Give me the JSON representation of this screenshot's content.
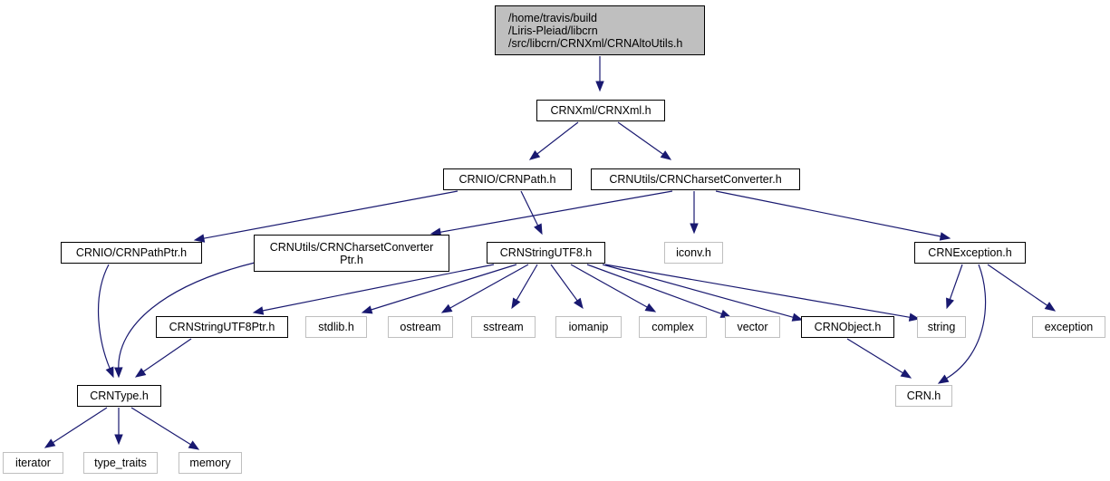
{
  "graph": {
    "root": "/home/travis/build\n/Liris-Pleiad/libcrn\n/src/libcrn/CRNXml/CRNAltoUtils.h",
    "nodes": {
      "crnxml": "CRNXml/CRNXml.h",
      "crnpath": "CRNIO/CRNPath.h",
      "charset": "CRNUtils/CRNCharsetConverter.h",
      "pathptr": "CRNIO/CRNPathPtr.h",
      "charsetptr": "CRNUtils/CRNCharsetConverter\nPtr.h",
      "stringutf8": "CRNStringUTF8.h",
      "iconv": "iconv.h",
      "exception_h": "CRNException.h",
      "stringutf8ptr": "CRNStringUTF8Ptr.h",
      "stdlib": "stdlib.h",
      "ostream": "ostream",
      "sstream": "sstream",
      "iomanip": "iomanip",
      "complex": "complex",
      "vector": "vector",
      "crnobject": "CRNObject.h",
      "string": "string",
      "exception": "exception",
      "crntype": "CRNType.h",
      "crn": "CRN.h",
      "iterator": "iterator",
      "type_traits": "type_traits",
      "memory": "memory"
    },
    "edges": [
      [
        "root",
        "crnxml"
      ],
      [
        "crnxml",
        "crnpath"
      ],
      [
        "crnxml",
        "charset"
      ],
      [
        "crnpath",
        "pathptr"
      ],
      [
        "crnpath",
        "stringutf8"
      ],
      [
        "charset",
        "charsetptr"
      ],
      [
        "charset",
        "iconv"
      ],
      [
        "charset",
        "exception_h"
      ],
      [
        "pathptr",
        "crntype"
      ],
      [
        "charsetptr",
        "crntype"
      ],
      [
        "stringutf8",
        "stringutf8ptr"
      ],
      [
        "stringutf8",
        "stdlib"
      ],
      [
        "stringutf8",
        "ostream"
      ],
      [
        "stringutf8",
        "sstream"
      ],
      [
        "stringutf8",
        "iomanip"
      ],
      [
        "stringutf8",
        "complex"
      ],
      [
        "stringutf8",
        "vector"
      ],
      [
        "stringutf8",
        "crnobject"
      ],
      [
        "stringutf8",
        "string"
      ],
      [
        "exception_h",
        "string"
      ],
      [
        "exception_h",
        "exception"
      ],
      [
        "exception_h",
        "crn"
      ],
      [
        "stringutf8ptr",
        "crntype"
      ],
      [
        "crnobject",
        "crn"
      ],
      [
        "crntype",
        "iterator"
      ],
      [
        "crntype",
        "type_traits"
      ],
      [
        "crntype",
        "memory"
      ]
    ],
    "colors": {
      "edge": "#191970",
      "root_fill": "#bfbfbf",
      "local_border": "#000000",
      "system_border": "#bfbfbf"
    }
  }
}
